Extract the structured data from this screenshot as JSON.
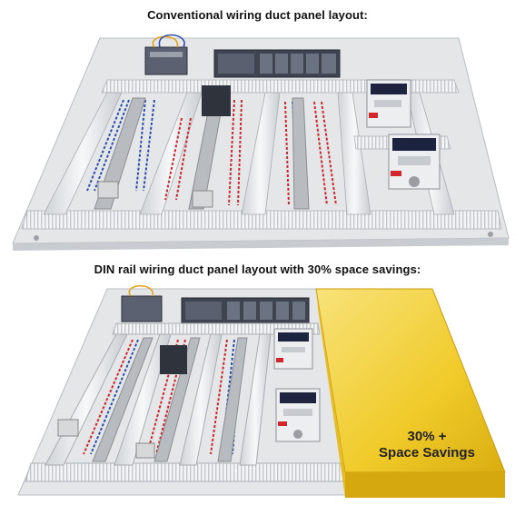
{
  "headings": {
    "conventional": "Conventional wiring duct panel layout:",
    "din_rail": "DIN rail wiring duct panel layout with 30% space savings:"
  },
  "savings": {
    "line1": "30% +",
    "line2": "Space Savings",
    "percent": 30
  },
  "colors": {
    "panel": "#e6e8ea",
    "duct": "#f2f3f4",
    "wire_red": "#d0262c",
    "wire_blue": "#2a4fb0",
    "highlight_yellow": "#f2cf2c",
    "vfd_display": "#1e2440",
    "plc": "#3a3f4a"
  }
}
